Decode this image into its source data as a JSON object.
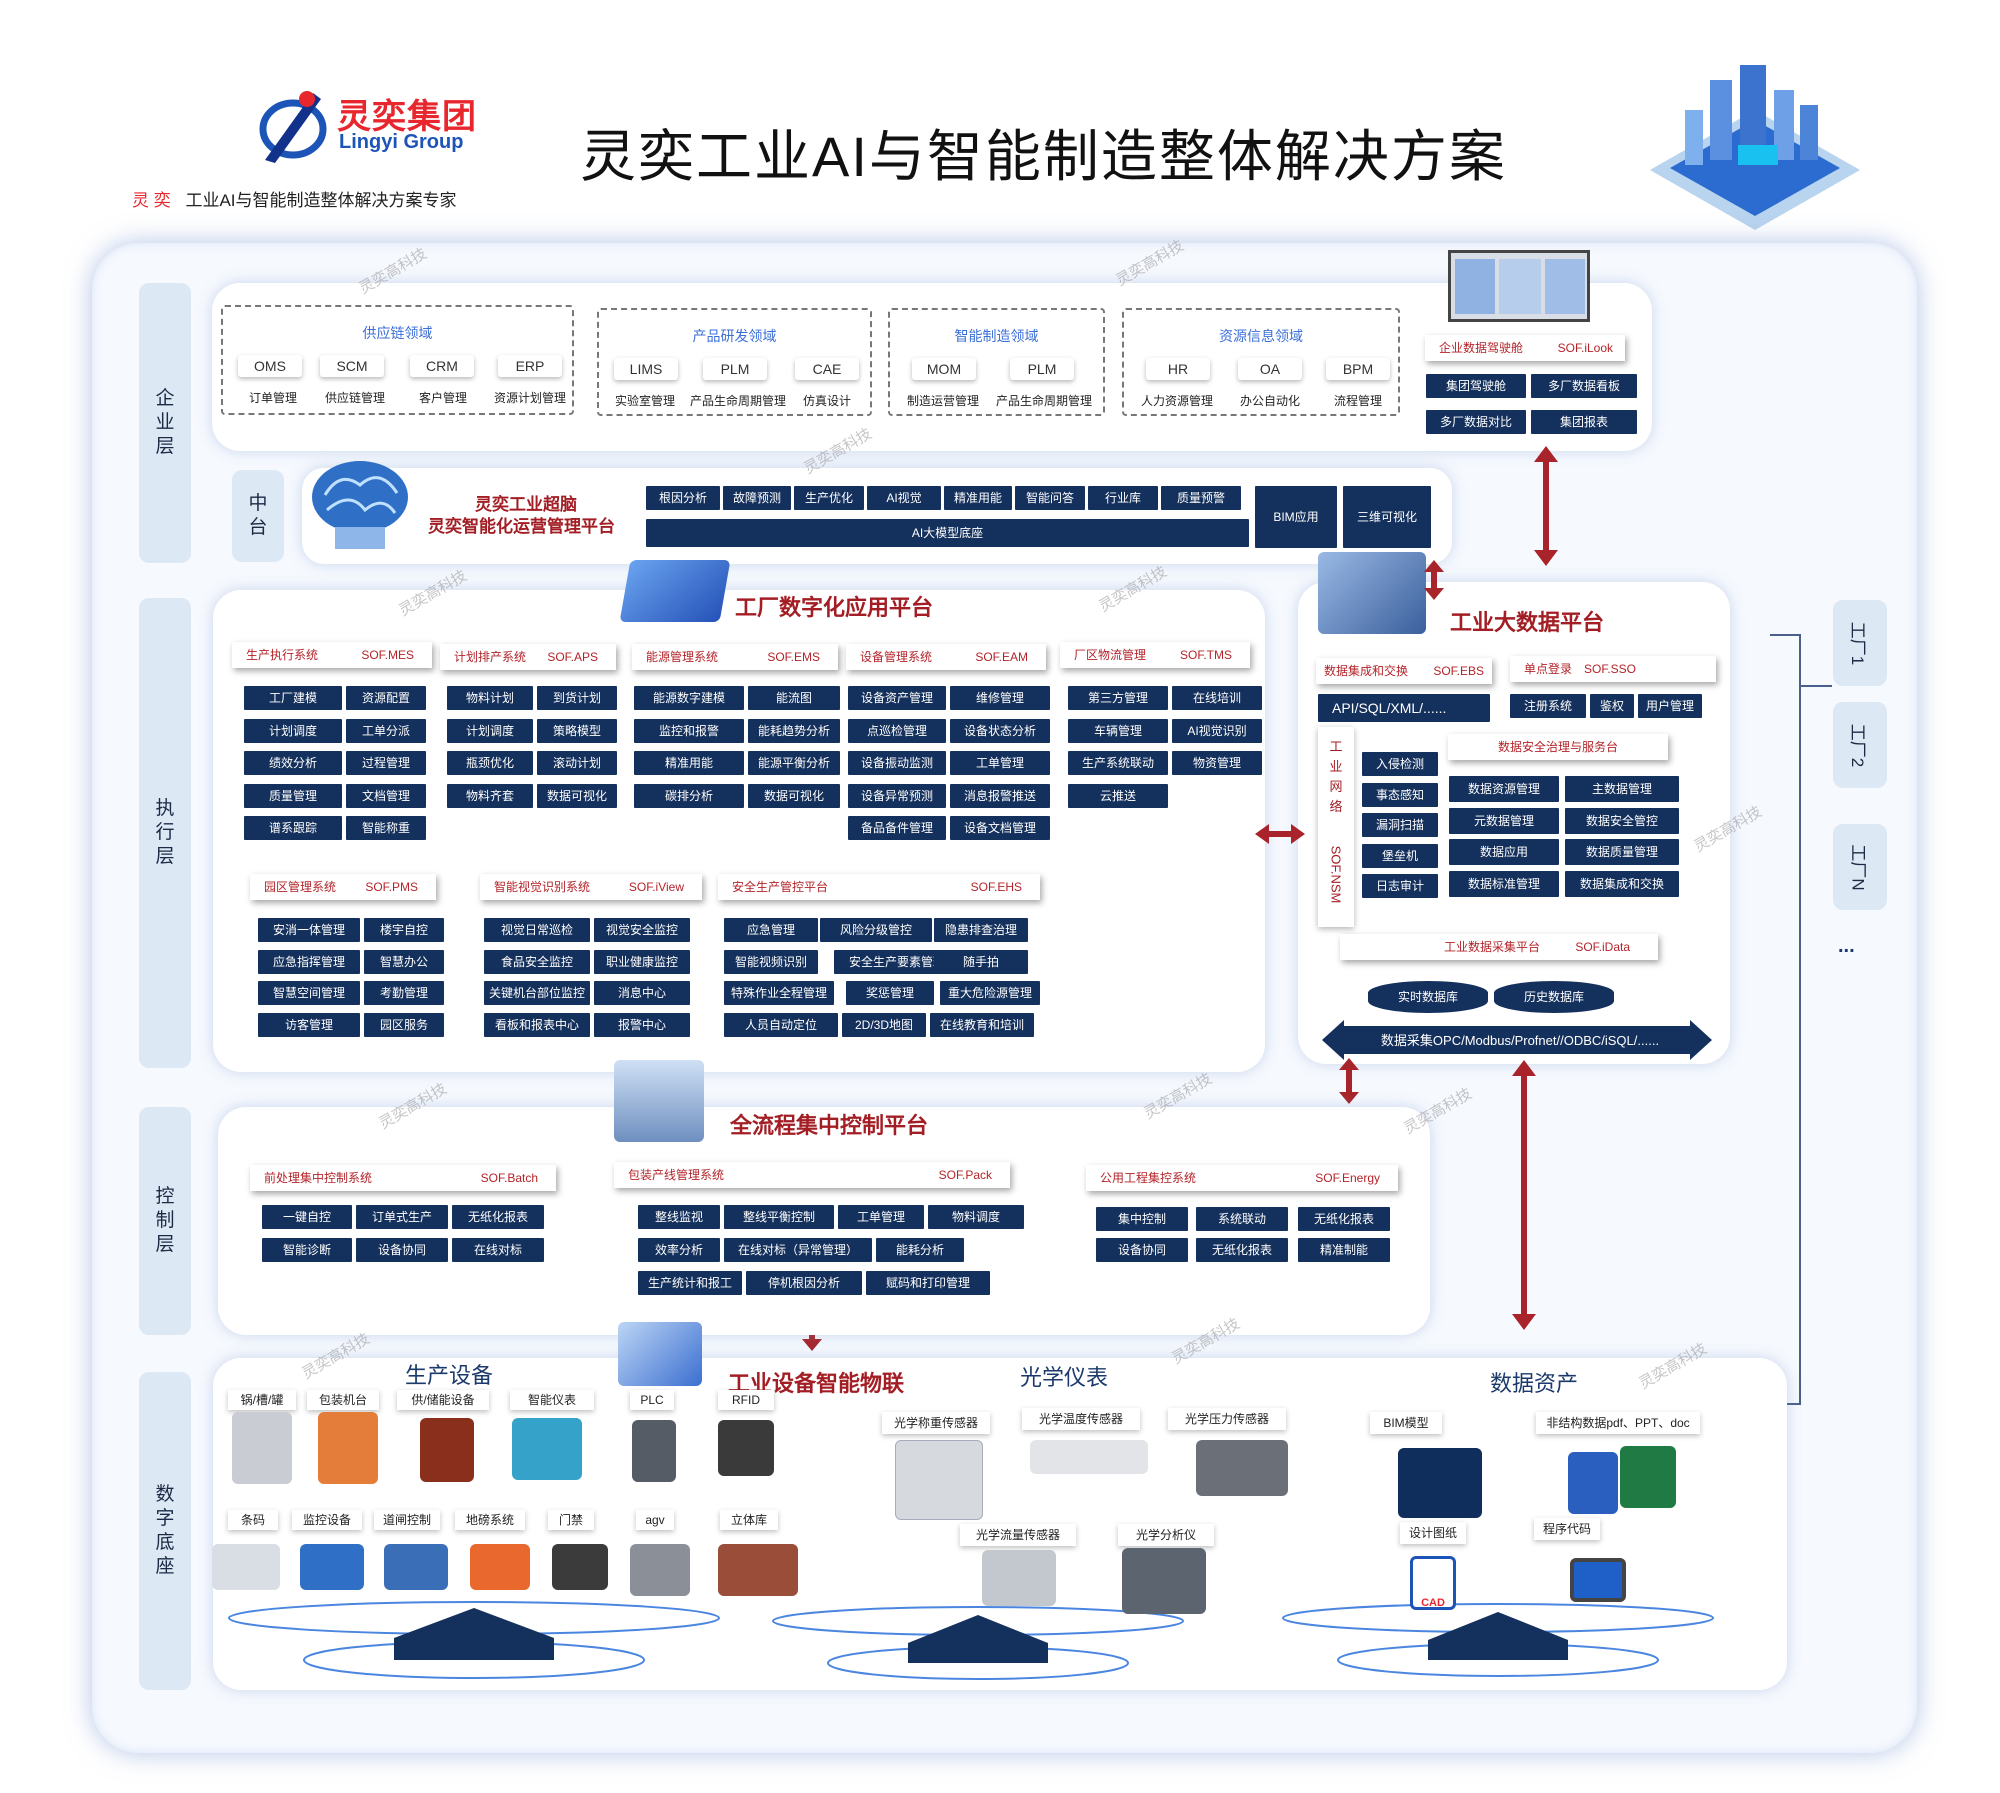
{
  "header": {
    "title": "灵奕工业AI与智能制造整体解决方案",
    "logo_cn": "灵奕集团",
    "logo_en": "Lingyi Group",
    "slogan_brand": "灵 奕",
    "slogan_text": "工业AI与智能制造整体解决方案专家"
  },
  "watermark": "灵奕高科技",
  "layers": [
    "企业层",
    "中台",
    "执行层",
    "控制层",
    "数字底座"
  ],
  "enterprise": {
    "domains": [
      {
        "title": "供应链领域",
        "chips": [
          "OMS",
          "SCM",
          "CRM",
          "ERP"
        ],
        "caps": [
          "订单管理",
          "供应链管理",
          "客户管理",
          "资源计划管理"
        ]
      },
      {
        "title": "产品研发领域",
        "chips": [
          "LIMS",
          "PLM",
          "CAE"
        ],
        "caps": [
          "实验室管理",
          "产品生命周期管理",
          "仿真设计"
        ]
      },
      {
        "title": "智能制造领域",
        "chips": [
          "MOM",
          "PLM"
        ],
        "caps": [
          "制造运营管理",
          "产品生命周期管理"
        ]
      },
      {
        "title": "资源信息领域",
        "chips": [
          "HR",
          "OA",
          "BPM"
        ],
        "caps": [
          "人力资源管理",
          "办公自动化",
          "流程管理"
        ]
      }
    ],
    "ilook": {
      "name": "企业数据驾驶舱",
      "code": "SOF.iLook",
      "items": [
        "集团驾驶舱",
        "多厂数据看板",
        "多厂数据对比",
        "集团报表"
      ]
    }
  },
  "middle": {
    "title1": "灵奕工业超脑",
    "title2": "灵奕智能化运营管理平台",
    "items": [
      "根因分析",
      "故障预测",
      "生产优化",
      "AI视觉",
      "精准用能",
      "智能问答",
      "行业库",
      "质量预警"
    ],
    "base": "AI大模型底座",
    "bim": "BIM应用",
    "viz": "三维可视化"
  },
  "factory": {
    "title": "工厂数字化应用平台",
    "systems": [
      {
        "name": "生产执行系统",
        "code": "SOF.MES",
        "items": [
          "工厂建模",
          "资源配置",
          "计划调度",
          "工单分派",
          "绩效分析",
          "过程管理",
          "质量管理",
          "文档管理",
          "谱系跟踪",
          "智能称重"
        ]
      },
      {
        "name": "计划排产系统",
        "code": "SOF.APS",
        "items": [
          "物料计划",
          "到货计划",
          "计划调度",
          "策略模型",
          "瓶颈优化",
          "滚动计划",
          "物料齐套",
          "数据可视化"
        ]
      },
      {
        "name": "能源管理系统",
        "code": "SOF.EMS",
        "items": [
          "能源数字建模",
          "能流图",
          "监控和报警",
          "能耗趋势分析",
          "精准用能",
          "能源平衡分析",
          "碳排分析",
          "数据可视化"
        ]
      },
      {
        "name": "设备管理系统",
        "code": "SOF.EAM",
        "items": [
          "设备资产管理",
          "维修管理",
          "点巡检管理",
          "设备状态分析",
          "设备振动监测",
          "工单管理",
          "设备异常预测",
          "消息报警推送",
          "备品备件管理",
          "设备文档管理"
        ]
      },
      {
        "name": "厂区物流管理",
        "code": "SOF.TMS",
        "items": [
          "第三方管理",
          "在线培训",
          "车辆管理",
          "AI视觉识别",
          "生产系统联动",
          "物资管理",
          "云推送"
        ]
      },
      {
        "name": "园区管理系统",
        "code": "SOF.PMS",
        "items": [
          "安消一体管理",
          "楼宇自控",
          "应急指挥管理",
          "智慧办公",
          "智慧空间管理",
          "考勤管理",
          "访客管理",
          "园区服务"
        ]
      },
      {
        "name": "智能视觉识别系统",
        "code": "SOF.iView",
        "items": [
          "视觉日常巡检",
          "视觉安全监控",
          "食品安全监控",
          "职业健康监控",
          "关键机台部位监控",
          "消息中心",
          "看板和报表中心",
          "报警中心"
        ]
      },
      {
        "name": "安全生产管控平台",
        "code": "SOF.EHS",
        "items": [
          "应急管理",
          "风险分级管控",
          "隐患排查治理",
          "智能视频识别",
          "安全生产要素管理",
          "随手拍",
          "特殊作业全程管理",
          "奖惩管理",
          "重大危险源管理",
          "人员自动定位",
          "2D/3D地图",
          "在线教育和培训"
        ]
      }
    ]
  },
  "bigdata": {
    "title": "工业大数据平台",
    "ebs": {
      "name": "数据集成和交换",
      "code": "SOF.EBS",
      "item": "API/SQL/XML/......"
    },
    "sso": {
      "name": "单点登录",
      "code": "SOF.SSO",
      "items": [
        "注册系统",
        "鉴权",
        "用户管理"
      ]
    },
    "nsm": {
      "label": "工业网络",
      "code": "SOF.NSM",
      "items": [
        "入侵检测",
        "事态感知",
        "漏洞扫描",
        "堡垒机",
        "日志审计"
      ]
    },
    "gov": {
      "title": "数据安全治理与服务台",
      "items": [
        "数据资源管理",
        "主数据管理",
        "元数据管理",
        "数据安全管控",
        "数据应用",
        "数据质量管理",
        "数据标准管理",
        "数据集成和交换"
      ]
    },
    "idata": {
      "name": "工业数据采集平台",
      "code": "SOF.iData"
    },
    "dbs": [
      "实时数据库",
      "历史数据库"
    ],
    "protocols": "数据采集OPC/Modbus/Profnet//ODBC/iSQL/......"
  },
  "factories": [
    "工厂1",
    "工厂2",
    "工厂N",
    "..."
  ],
  "control": {
    "title": "全流程集中控制平台",
    "systems": [
      {
        "name": "前处理集中控制系统",
        "code": "SOF.Batch",
        "items": [
          "一键自控",
          "订单式生产",
          "无纸化报表",
          "智能诊断",
          "设备协同",
          "在线对标"
        ]
      },
      {
        "name": "包装产线管理系统",
        "code": "SOF.Pack",
        "items": [
          "整线监视",
          "整线平衡控制",
          "工单管理",
          "物料调度",
          "效率分析",
          "在线对标（异常管理）",
          "能耗分析",
          "生产统计和报工",
          "停机根因分析",
          "赋码和打印管理"
        ]
      },
      {
        "name": "公用工程集控系统",
        "code": "SOF.Energy",
        "items": [
          "集中控制",
          "系统联动",
          "无纸化报表",
          "设备协同",
          "无纸化报表",
          "精准制能"
        ]
      }
    ]
  },
  "base": {
    "iot": "工业设备智能物联",
    "prod": {
      "title": "生产设备",
      "row1": [
        "锅/槽/罐",
        "包装机台",
        "供/储能设备",
        "智能仪表",
        "PLC",
        "RFID"
      ],
      "row2": [
        "条码",
        "监控设备",
        "道闸控制",
        "地磅系统",
        "门禁",
        "agv",
        "立体库"
      ]
    },
    "optical": {
      "title": "光学仪表",
      "items": [
        "光学称重传感器",
        "光学温度传感器",
        "光学压力传感器",
        "光学流量传感器",
        "光学分析仪"
      ]
    },
    "assets": {
      "title": "数据资产",
      "items": [
        "BIM模型",
        "非结构数据pdf、PPT、doc",
        "设计图纸",
        "程序代码"
      ],
      "cad": "CAD"
    }
  },
  "colors": {
    "navy": "#14305c",
    "red": "#a8242a",
    "accent": "#3b6fd8"
  }
}
